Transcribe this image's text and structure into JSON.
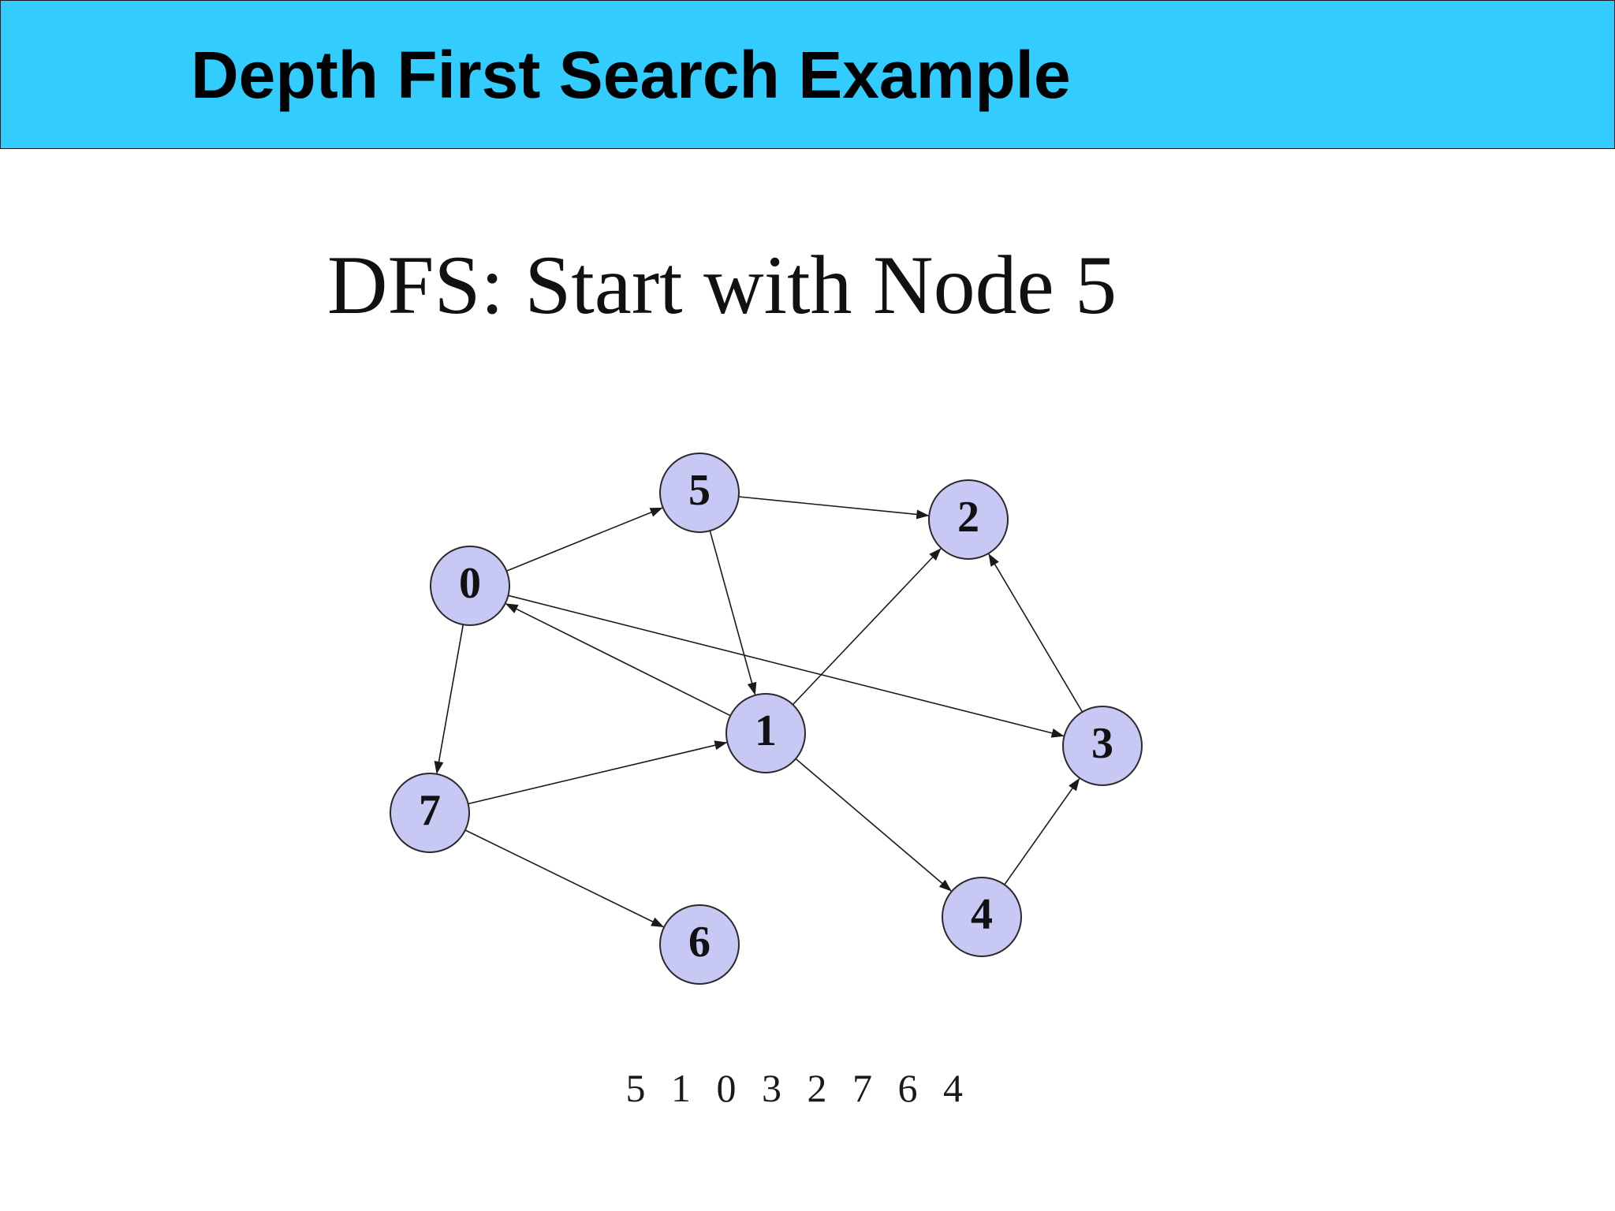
{
  "slide": {
    "title": "Depth First Search Example"
  },
  "figure": {
    "heading": "DFS: Start with Node 5",
    "nodes": [
      {
        "id": "0",
        "label": "0"
      },
      {
        "id": "1",
        "label": "1"
      },
      {
        "id": "2",
        "label": "2"
      },
      {
        "id": "3",
        "label": "3"
      },
      {
        "id": "4",
        "label": "4"
      },
      {
        "id": "5",
        "label": "5"
      },
      {
        "id": "6",
        "label": "6"
      },
      {
        "id": "7",
        "label": "7"
      }
    ],
    "edges": [
      {
        "from": "0",
        "to": "5"
      },
      {
        "from": "5",
        "to": "2"
      },
      {
        "from": "5",
        "to": "1"
      },
      {
        "from": "1",
        "to": "0"
      },
      {
        "from": "0",
        "to": "3"
      },
      {
        "from": "0",
        "to": "7"
      },
      {
        "from": "1",
        "to": "2"
      },
      {
        "from": "3",
        "to": "2"
      },
      {
        "from": "7",
        "to": "1"
      },
      {
        "from": "1",
        "to": "4"
      },
      {
        "from": "4",
        "to": "3"
      },
      {
        "from": "7",
        "to": "6"
      }
    ],
    "traversal_order": [
      "5",
      "1",
      "0",
      "3",
      "2",
      "7",
      "6",
      "4"
    ]
  },
  "colors": {
    "title_bar": "#33ccff",
    "node_fill": "#c8c8f4"
  }
}
